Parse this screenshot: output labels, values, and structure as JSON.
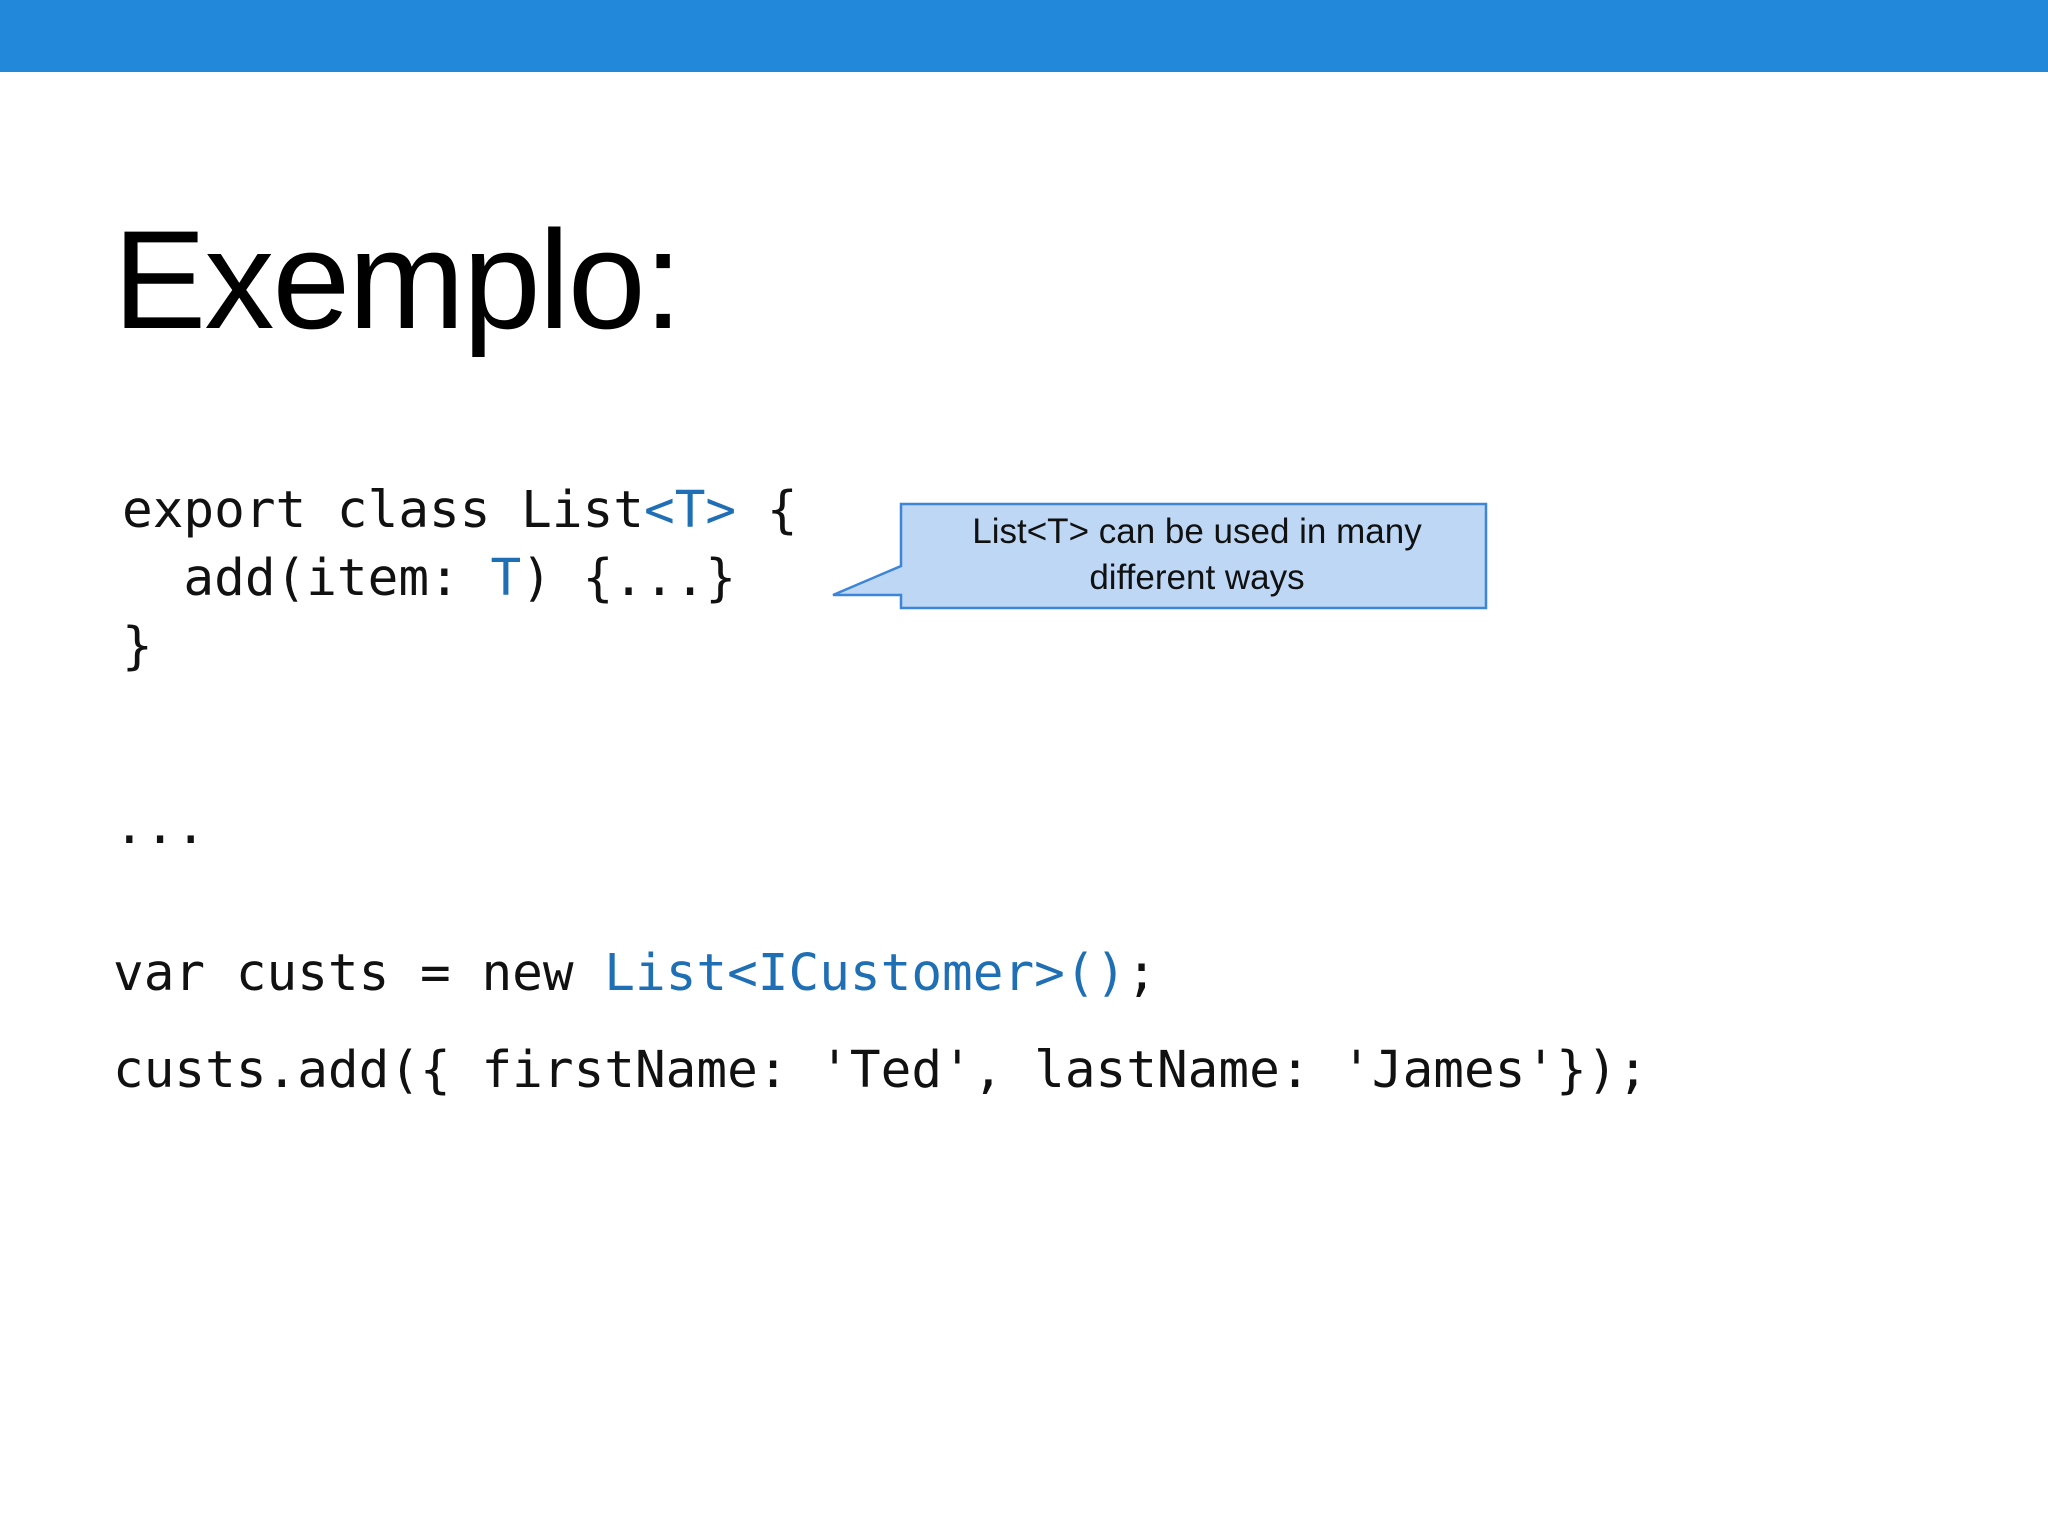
{
  "slide": {
    "title": "Exemplo:",
    "colors": {
      "top_bar": "#2288d9",
      "generic_type": "#1f6fb5",
      "callout_fill": "#bdd7f5",
      "callout_border": "#3d85d6"
    },
    "code": {
      "class_decl": {
        "prefix": "export class List",
        "generic": "<T>",
        "suffix": " {"
      },
      "method_line": {
        "prefix": "  add(item: ",
        "type": "T",
        "suffix": ") {...}"
      },
      "closing_brace": "}",
      "ellipsis": "...",
      "var_line": {
        "prefix": "var custs = new ",
        "generic_call": "List<ICustomer>()",
        "suffix": ";"
      },
      "add_line": "custs.add({ firstName: 'Ted', lastName: 'James'});"
    },
    "callout": {
      "text_line_1": "List<T> can be used in many",
      "text_line_2": "different ways"
    }
  }
}
